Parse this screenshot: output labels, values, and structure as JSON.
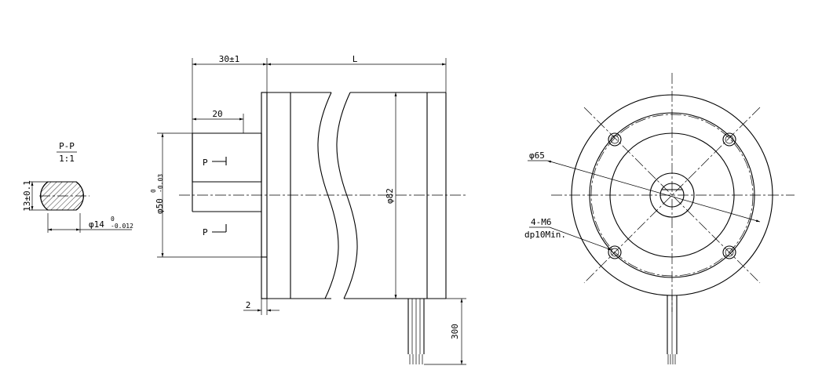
{
  "section": {
    "label": "P-P",
    "scale": "1:1",
    "flat_dim": "13±0.1",
    "shaft_dia": "φ14",
    "shaft_tol_upper": "0",
    "shaft_tol_lower": "-0.012"
  },
  "side_view": {
    "shaft_len": "30±1",
    "body_len": "L",
    "key_len": "20",
    "pilot_dia": "φ50",
    "pilot_tol_upper": "0",
    "pilot_tol_lower": "-0.03",
    "body_dia": "φ82",
    "flange_thk": "2",
    "lead_len": "300",
    "section_mark": "P"
  },
  "front_view": {
    "bolt_circle": "φ65",
    "holes_label": "4-M6",
    "holes_depth": "dp10Min."
  }
}
